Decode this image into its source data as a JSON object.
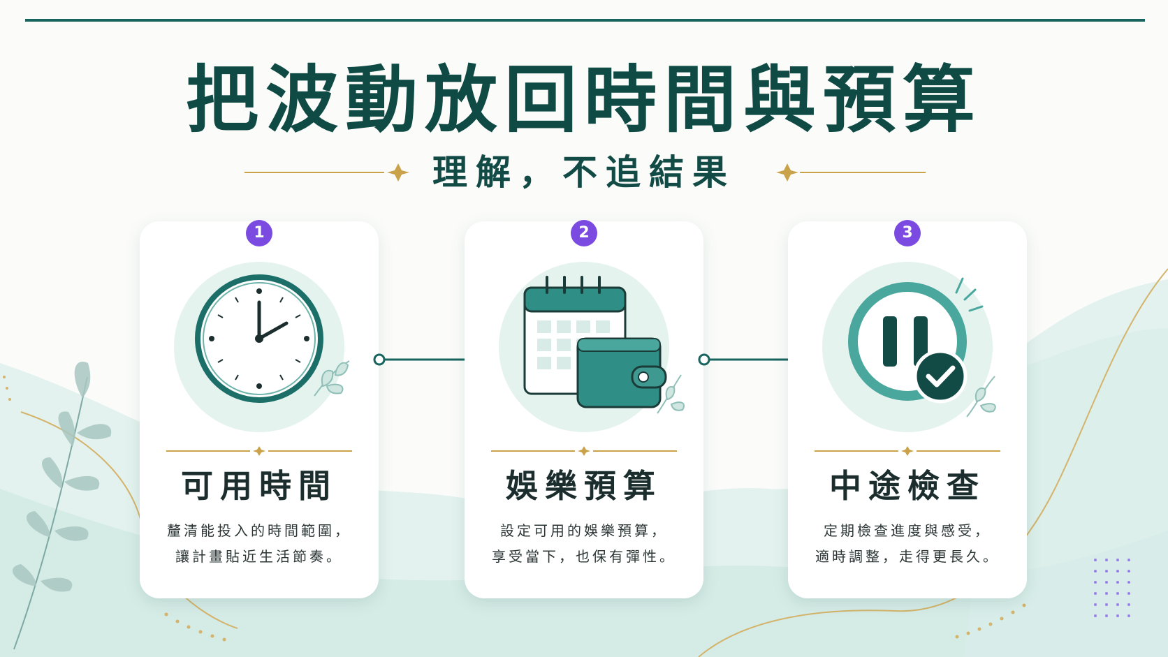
{
  "title": "把波動放回時間與預算",
  "subtitle": "理解，不追結果",
  "colors": {
    "primary": "#17635e",
    "gold": "#c9a24a",
    "badge": "#7b4ae0",
    "mint": "#e5f3ef"
  },
  "steps": [
    {
      "number": "1",
      "icon": "clock-icon",
      "title": "可用時間",
      "desc_line1": "釐清能投入的時間範圍，",
      "desc_line2": "讓計畫貼近生活節奏。"
    },
    {
      "number": "2",
      "icon": "calendar-wallet-icon",
      "title": "娛樂預算",
      "desc_line1": "設定可用的娛樂預算，",
      "desc_line2": "享受當下，也保有彈性。"
    },
    {
      "number": "3",
      "icon": "pause-check-icon",
      "title": "中途檢查",
      "desc_line1": "定期檢查進度與感受，",
      "desc_line2": "適時調整，走得更長久。"
    }
  ]
}
